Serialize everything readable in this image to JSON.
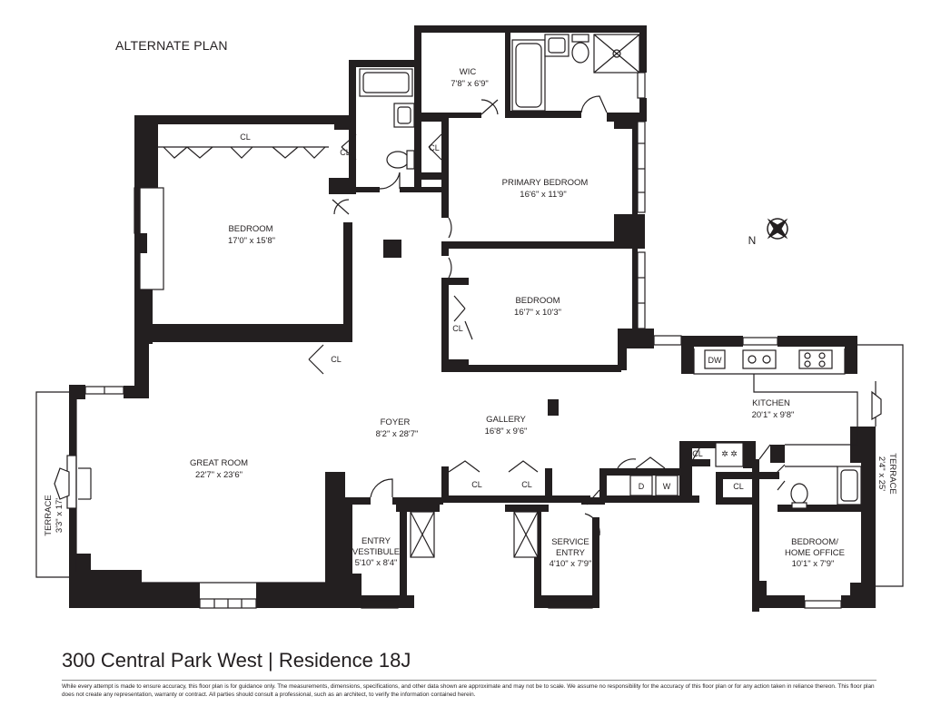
{
  "plan_label": "ALTERNATE PLAN",
  "title": "300 Central Park West | Residence 18J",
  "disclaimer": "While every attempt is made to ensure accuracy, this floor plan is for guidance only. The measurements, dimensions, specifications, and other data shown are approximate and may not be to scale. We assume no responsibility for the accuracy of this floor plan or for any action taken in reliance thereon. This floor plan does not create any representation, warranty or contract. All parties should consult a professional, such as an architect, to verify the information contained herein.",
  "compass_label": "N",
  "rooms": {
    "wic": {
      "name": "WIC",
      "dims": "7'8\" x 6'9\""
    },
    "primary_bedroom": {
      "name": "PRIMARY BEDROOM",
      "dims": "16'6\" x 11'9\""
    },
    "bedroom_1": {
      "name": "BEDROOM",
      "dims": "17'0\" x 15'8\""
    },
    "bedroom_2": {
      "name": "BEDROOM",
      "dims": "16'7\" x 10'3\""
    },
    "foyer": {
      "name": "FOYER",
      "dims": "8'2\" x 28'7\""
    },
    "gallery": {
      "name": "GALLERY",
      "dims": "16'8\" x 9'6\""
    },
    "kitchen": {
      "name": "KITCHEN",
      "dims": "20'1\" x 9'8\""
    },
    "great_room": {
      "name": "GREAT ROOM",
      "dims": "22'7\" x 23'6\""
    },
    "entry_vestibule": {
      "name1": "ENTRY",
      "name2": "VESTIBULE",
      "dims": "5'10\" x 8'4\""
    },
    "service_entry": {
      "name1": "SERVICE",
      "name2": "ENTRY",
      "dims": "4'10\" x 7'9\""
    },
    "bedroom_office": {
      "name1": "BEDROOM/",
      "name2": "HOME OFFICE",
      "dims": "10'1\" x 7'9\""
    },
    "terrace_left": {
      "name": "TERRACE",
      "dims": "3'3\" x 17'"
    },
    "terrace_right": {
      "name": "TERRACE",
      "dims": "2'4\" x 25'"
    }
  },
  "labels": {
    "closet": "CL",
    "dishwasher": "DW",
    "dryer": "D",
    "washer": "W"
  }
}
